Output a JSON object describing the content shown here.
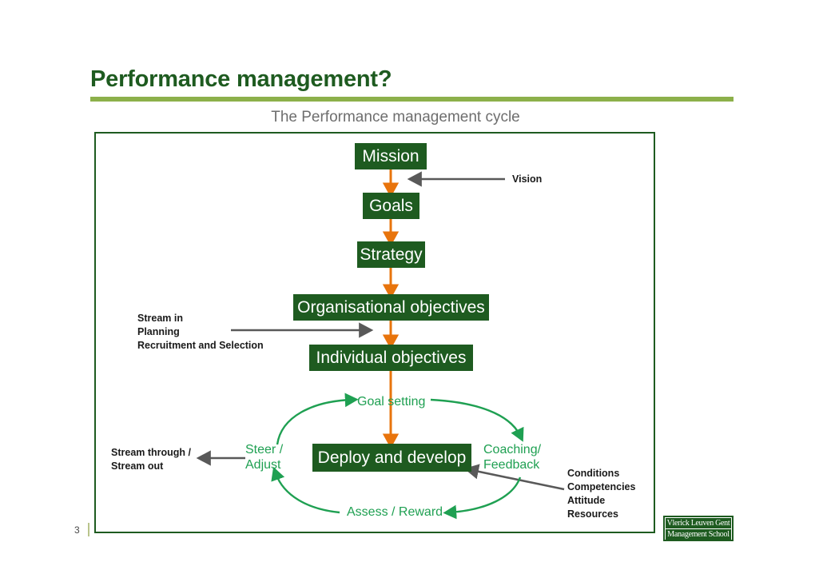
{
  "slide": {
    "title": "Performance management?",
    "subtitle": "The Performance management cycle",
    "page_number": "3",
    "accent_dark_green": "#1E5B20",
    "accent_light_green": "#8CB04A",
    "accent_cycle_green": "#1FA052",
    "accent_orange": "#E8740C",
    "accent_gray": "#595959"
  },
  "boxes": {
    "mission": "Mission",
    "goals": "Goals",
    "strategy": "Strategy",
    "organisational_objectives": "Organisational objectives",
    "individual_objectives": "Individual objectives",
    "deploy_and_develop": "Deploy and develop"
  },
  "cycle": {
    "goal_setting": "Goal setting",
    "coaching_feedback_line1": "Coaching/",
    "coaching_feedback_line2": "Feedback",
    "assess_reward": "Assess / Reward",
    "steer_line1": "Steer /",
    "steer_line2": "Adjust"
  },
  "annotations": {
    "vision": "Vision",
    "stream_in_line1": "Stream in",
    "stream_in_line2": "Planning",
    "stream_in_line3": "Recruitment and Selection",
    "stream_out_line1": "Stream through /",
    "stream_out_line2": "Stream out",
    "conditions_line1": "Conditions",
    "conditions_line2": "Competencies",
    "conditions_line3": "Attitude",
    "conditions_line4": "Resources"
  },
  "logo": {
    "line1": "Vlerick Leuven Gent",
    "line2": "Management School"
  }
}
